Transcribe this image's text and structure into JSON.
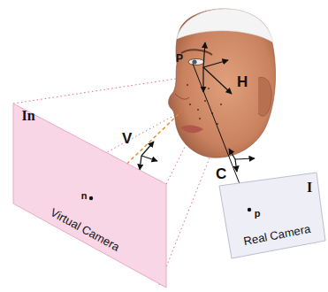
{
  "diagram": {
    "nodes": [
      {
        "text": [
          "In",
          "Virtual Camera",
          "n"
        ]
      },
      {
        "text": [
          "I",
          "Real Camera",
          "p"
        ]
      }
    ],
    "labels": [
      "P",
      "H",
      "V",
      "C"
    ]
  }
}
